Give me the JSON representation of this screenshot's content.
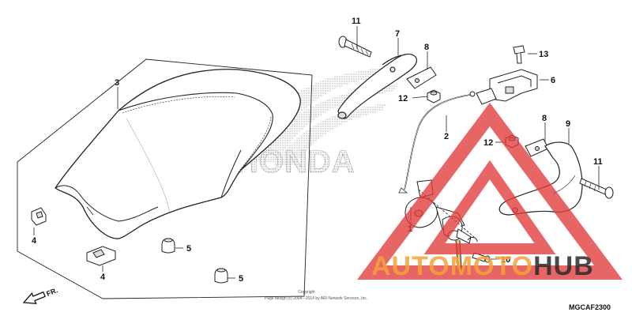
{
  "brand_watermark": {
    "text": "HONDA",
    "color": "#b0b0b0"
  },
  "site_watermark": {
    "part1": "AUTO",
    "part2": "MOTO",
    "part3": "HUB",
    "color_orange": "#f3a33a",
    "color_dark": "#2b2b2b",
    "triangle_color": "#e23a3a"
  },
  "parts": {
    "p1": "1",
    "p2": "2",
    "p3": "3",
    "p4a": "4",
    "p4b": "4",
    "p5a": "5",
    "p5b": "5",
    "p6": "6",
    "p7": "7",
    "p8a": "8",
    "p8b": "8",
    "p9": "9",
    "p10": "10",
    "p11a": "11",
    "p11b": "11",
    "p12a": "12",
    "p12b": "12",
    "p13": "13"
  },
  "front_arrow": {
    "label": "FR.",
    "icon": "arrow-icon"
  },
  "copyright": {
    "line1": "Copyright",
    "line2": "Page design (c) 2004 - 2014 by ARI Network Services, Inc."
  },
  "diagram_code": "MGCAF2300"
}
